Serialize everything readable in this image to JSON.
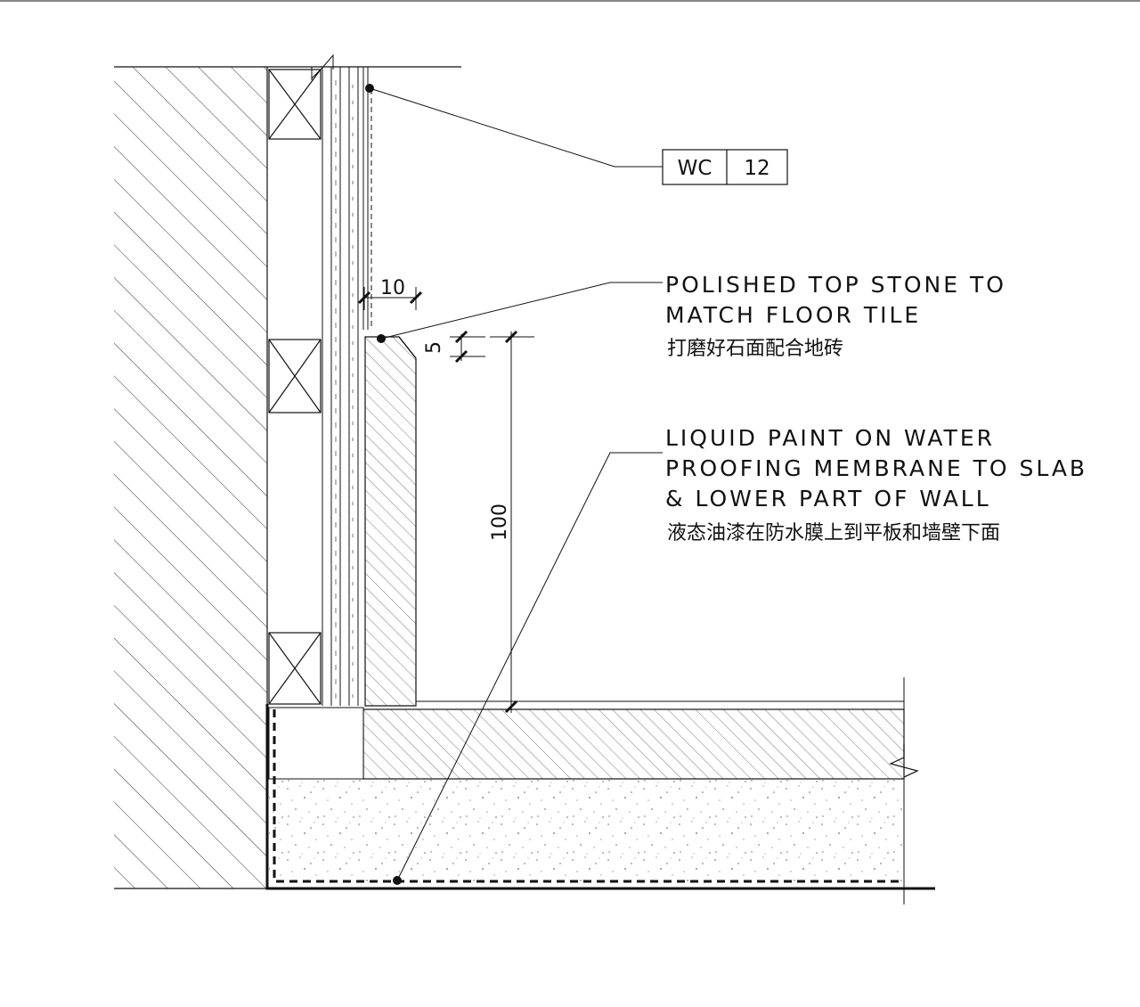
{
  "tag": {
    "code": "WC",
    "number": "12"
  },
  "callouts": {
    "top_stone": {
      "lines": [
        "POLISHED TOP STONE TO",
        "MATCH FLOOR TILE"
      ],
      "chinese": "打磨好石面配合地砖"
    },
    "membrane": {
      "lines": [
        "LIQUID PAINT ON WATER",
        "PROOFING MEMBRANE TO SLAB",
        "& LOWER PART OF WALL"
      ],
      "chinese": "液态油漆在防水膜上到平板和墙壁下面"
    }
  },
  "dimensions": {
    "gap": "10",
    "chamfer": "5",
    "skirting_height": "100"
  },
  "colors": {
    "line": "#111111",
    "background": "#ffffff"
  }
}
